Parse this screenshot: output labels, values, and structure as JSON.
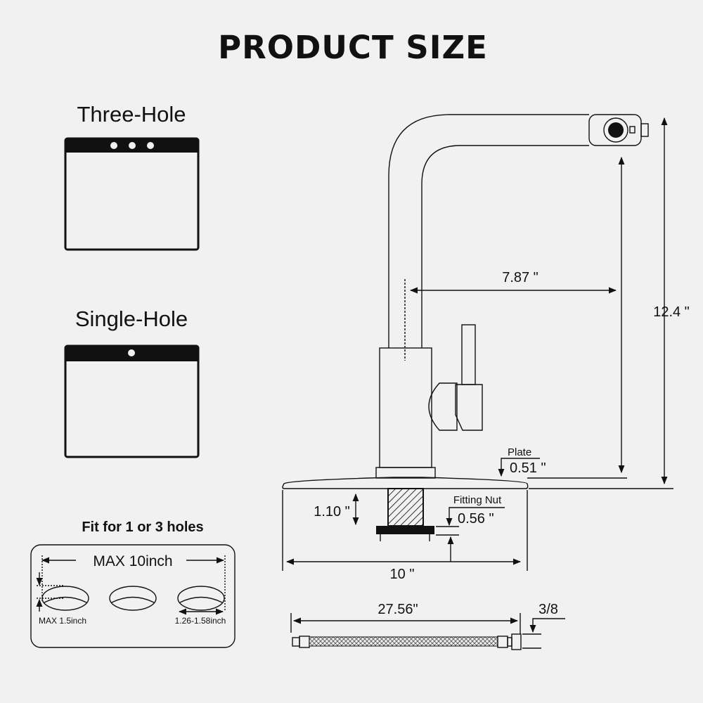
{
  "title": "PRODUCT SIZE",
  "sink_types": [
    {
      "label": "Three-Hole",
      "holes": 3
    },
    {
      "label": "Single-Hole",
      "holes": 1
    }
  ],
  "fit": {
    "heading": "Fit for 1 or 3 holes",
    "max_width": "MAX 10inch",
    "max_thickness": "MAX 1.5inch",
    "hole_diameter": "1.26-1.58inch"
  },
  "dimensions": {
    "reach": "7.87 \"",
    "height": "12.4 \"",
    "plate_label": "Plate",
    "plate": "0.51 \"",
    "shank": "1.10 \"",
    "nut_label": "Fitting Nut",
    "nut": "0.56 \"",
    "plate_width": "10 \"",
    "hose_length": "27.56\"",
    "hose_size": "3/8"
  },
  "colors": {
    "background": "#f1f1f1",
    "ink": "#111111"
  }
}
